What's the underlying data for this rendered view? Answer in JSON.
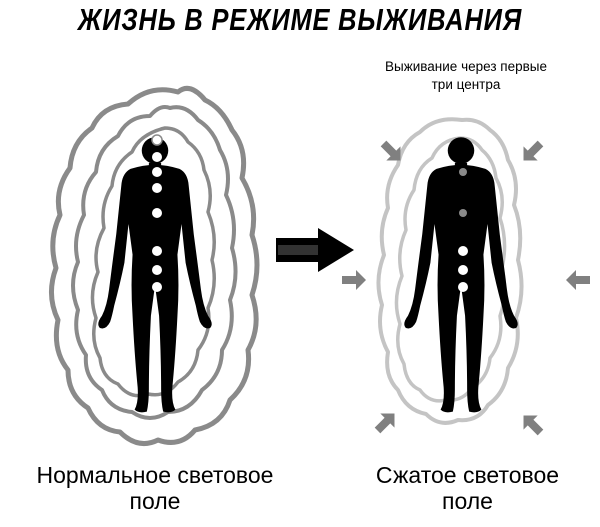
{
  "title": "ЖИЗНЬ В РЕЖИМЕ ВЫЖИВАНИЯ",
  "right_note": {
    "line1": "Выживание через первые",
    "line2": "три центра"
  },
  "left_caption": {
    "line1": "Нормальное световое",
    "line2": "поле"
  },
  "right_caption": {
    "line1": "Сжатое световое",
    "line2": "поле"
  },
  "colors": {
    "silhouette": "#000000",
    "field_normal": "#8a8a8a",
    "field_compressed": "#c4c4c4",
    "arrow_main": "#000000",
    "arrow_small": "#808080",
    "center_glow": "#ffffff",
    "center_dim": "#8a8a8a"
  },
  "icons": {
    "main_arrow": "right-arrow-icon",
    "pressure_arrows": "inward-arrow-icon"
  }
}
